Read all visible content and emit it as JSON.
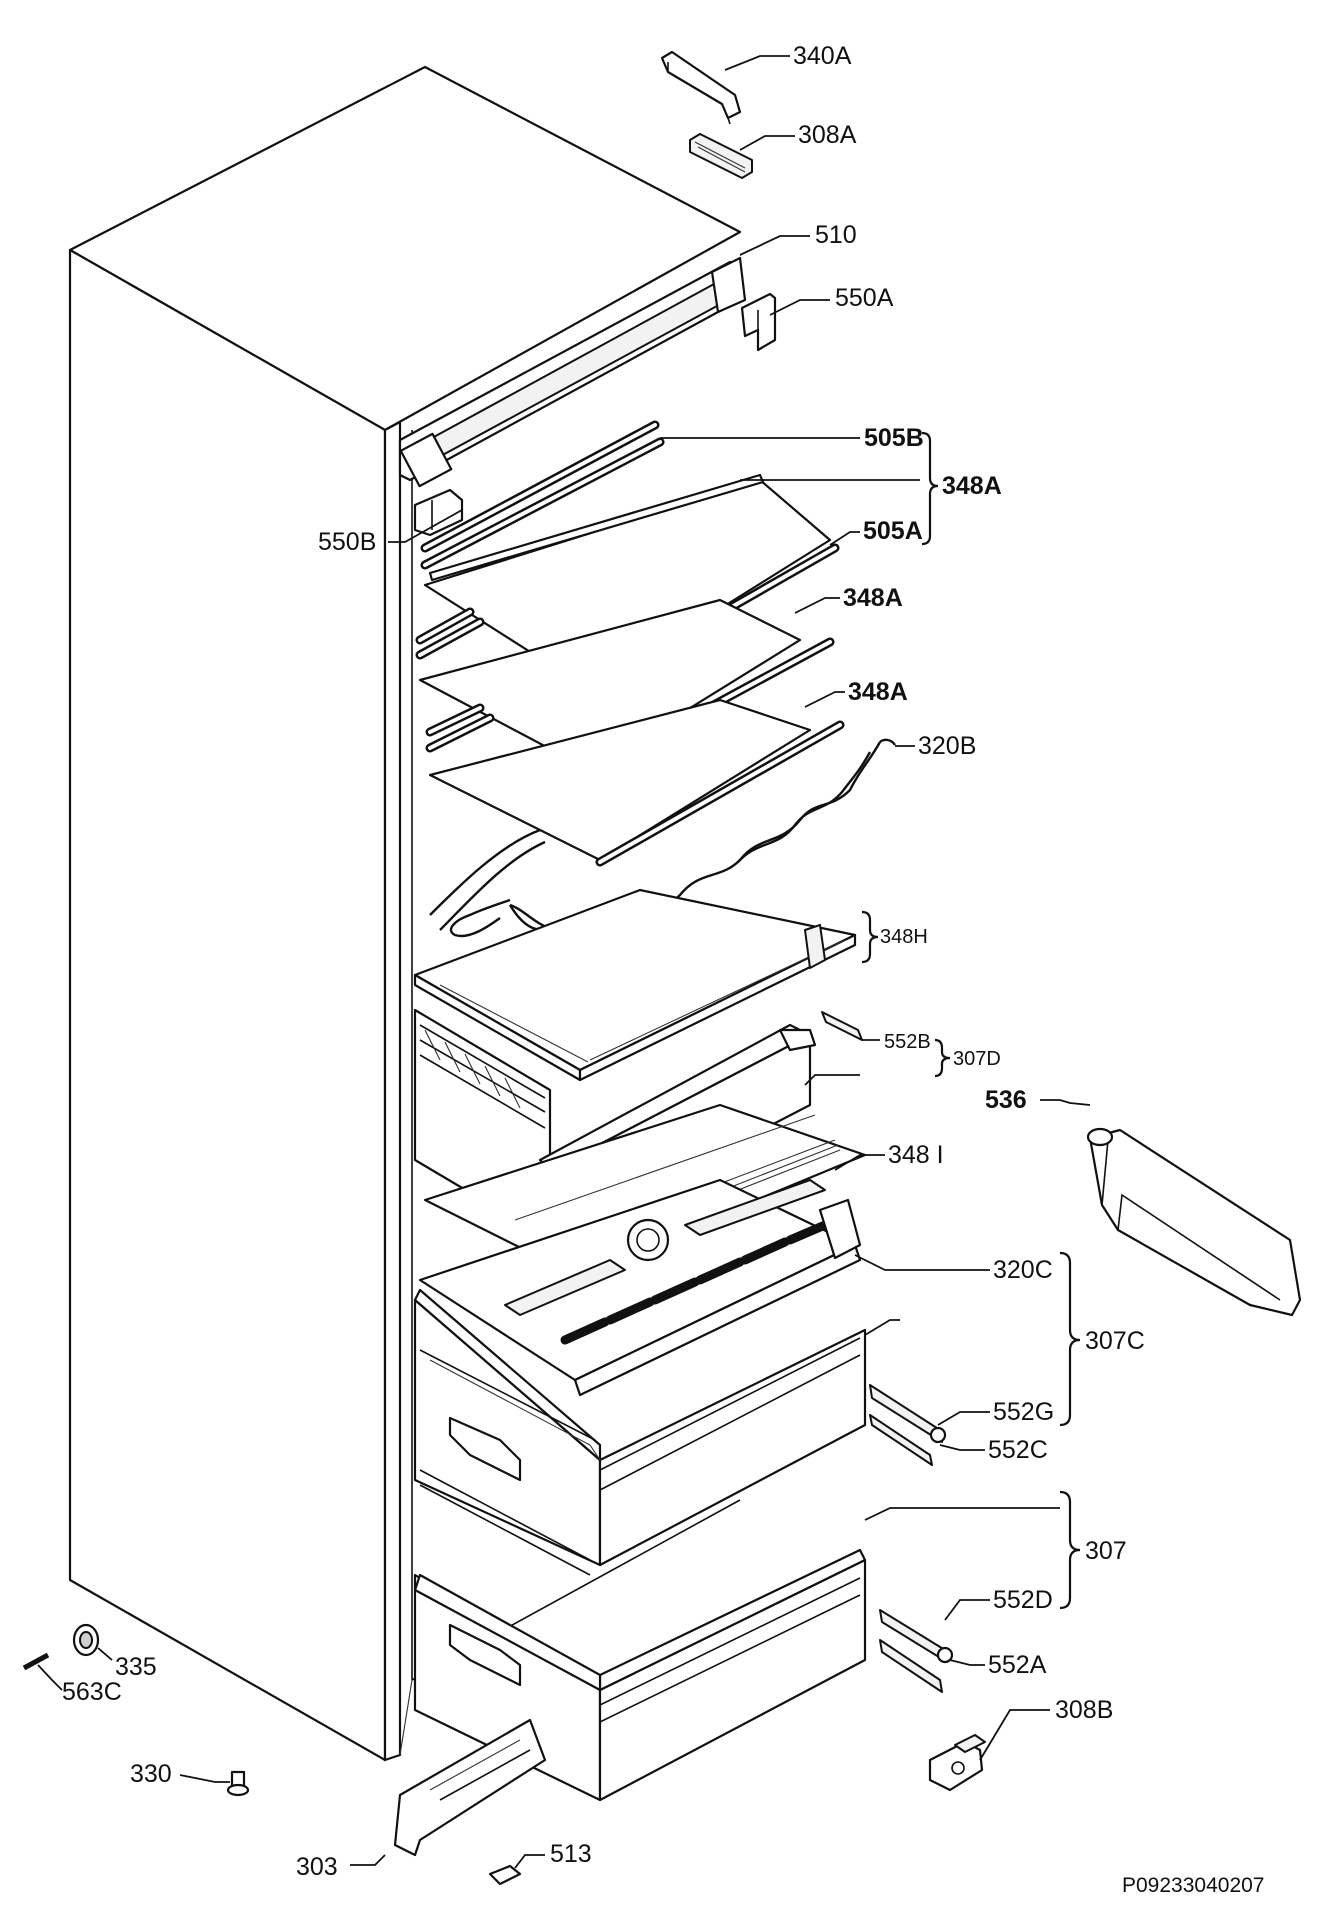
{
  "labels": {
    "l340a": "340A",
    "l308a": "308A",
    "l510": "510",
    "l550a": "550A",
    "l505b": "505B",
    "l348a_group": "348A",
    "l550b": "550B",
    "l505a": "505A",
    "l348a_2": "348A",
    "l348a_3": "348A",
    "l320b": "320B",
    "l348h": "348H",
    "l552b": "552B",
    "l307d": "307D",
    "l536": "536",
    "l348i": "348 I",
    "l320c": "320C",
    "l307c": "307C",
    "l552g": "552G",
    "l552c": "552C",
    "l307": "307",
    "l552d": "552D",
    "l552a": "552A",
    "l335": "335",
    "l563c": "563C",
    "l308b": "308B",
    "l330": "330",
    "l303": "303",
    "l513": "513"
  },
  "document_code": "P09233040207"
}
